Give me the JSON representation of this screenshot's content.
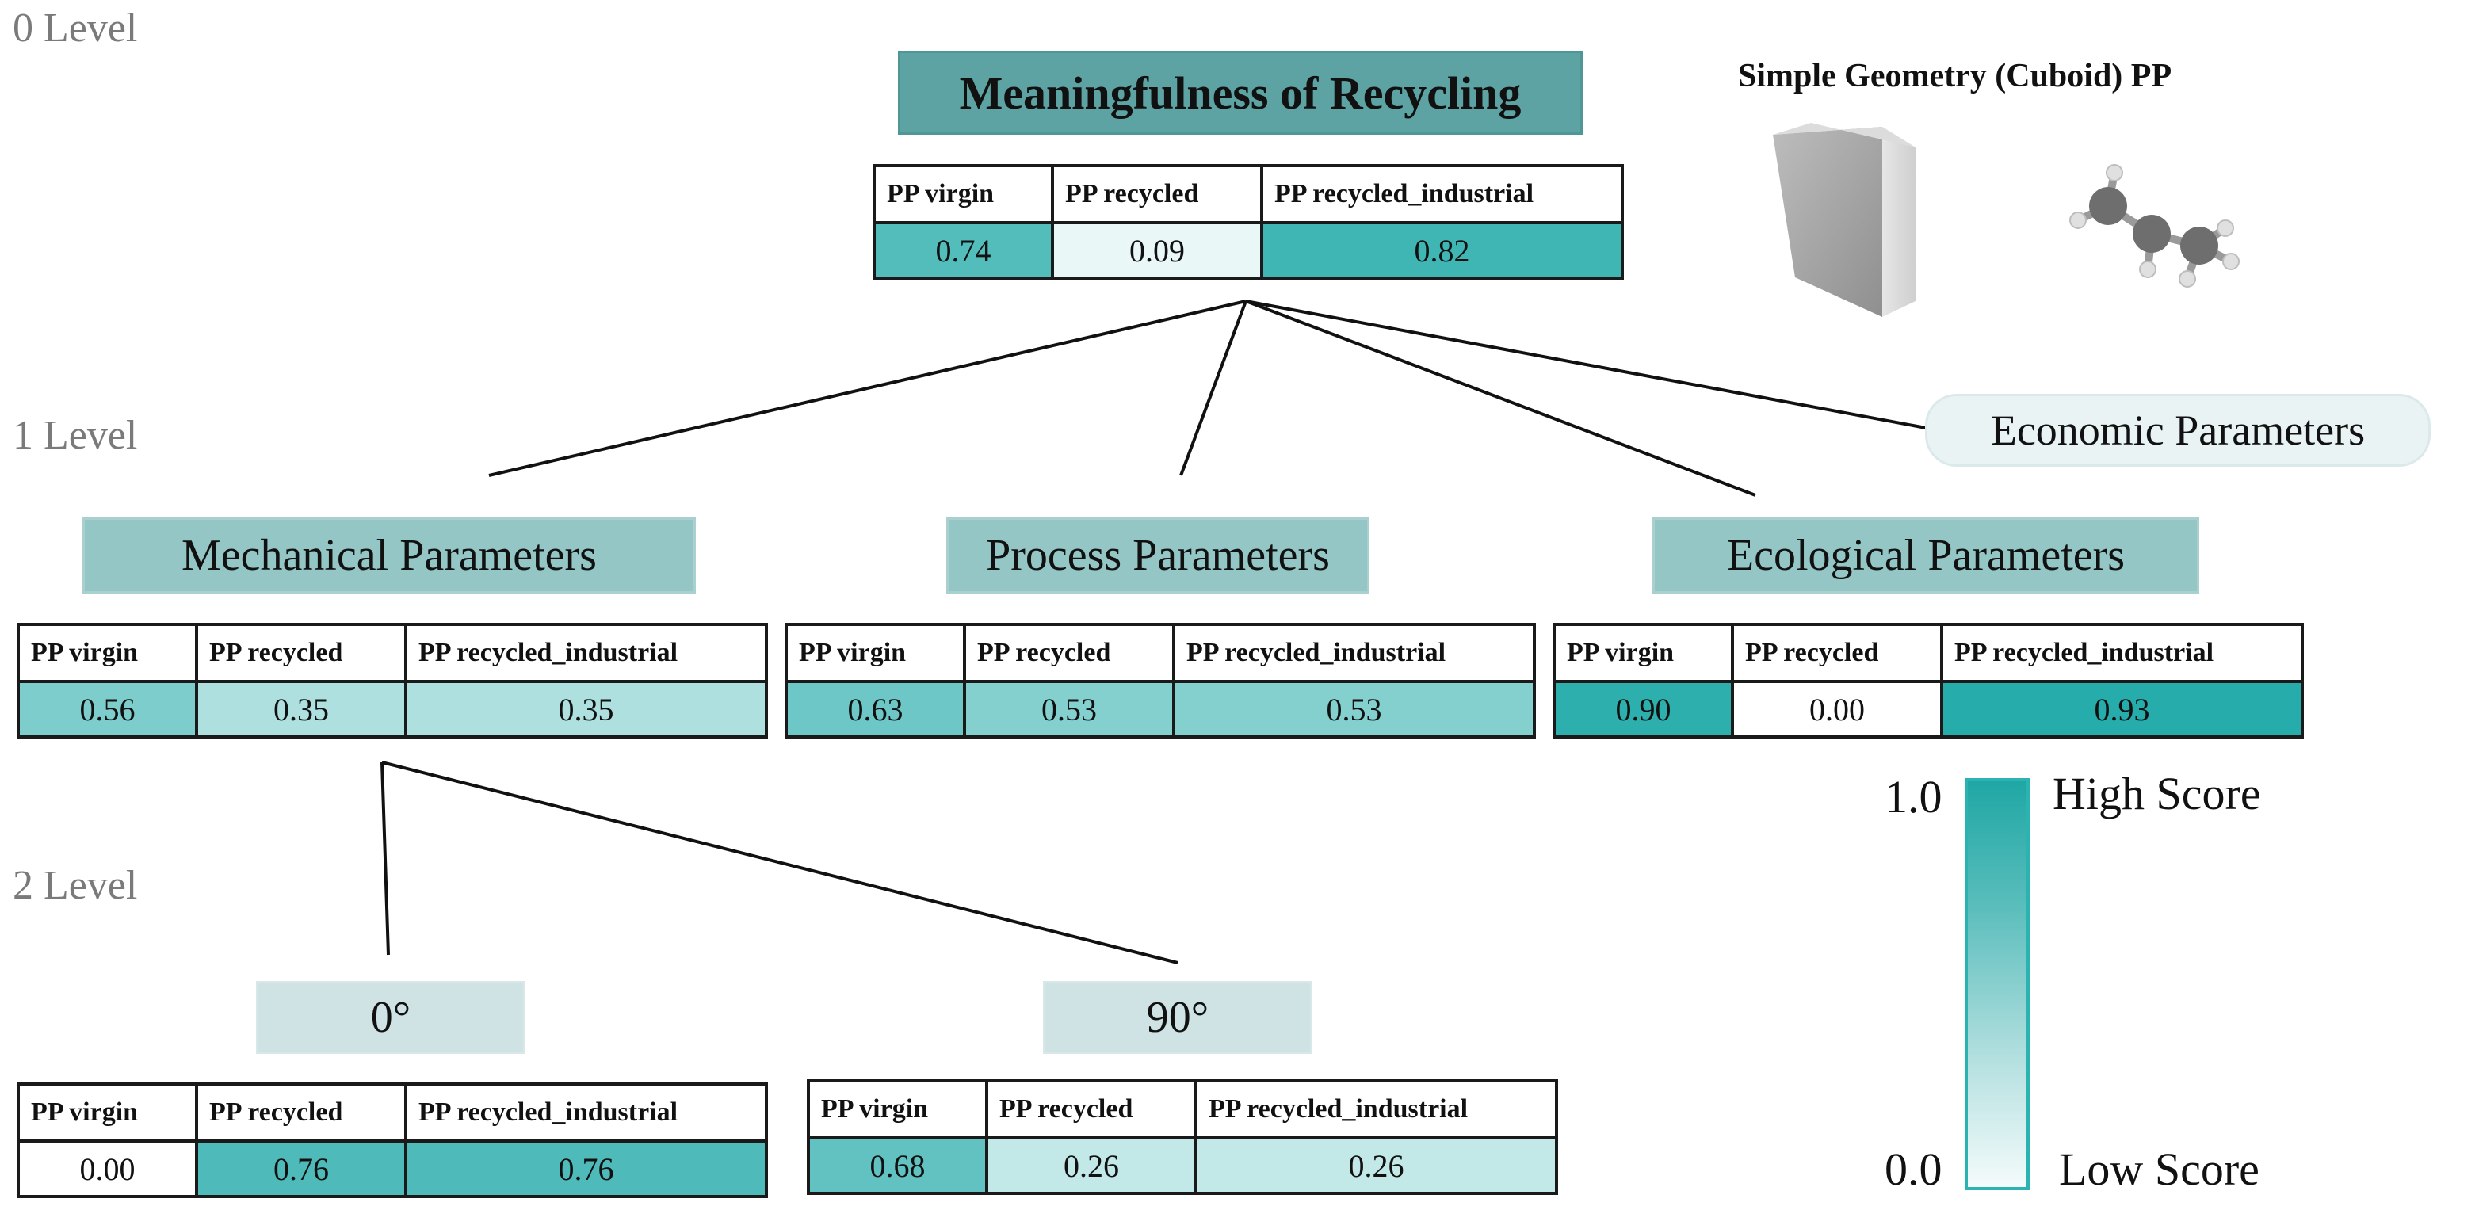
{
  "levels": [
    "0 Level",
    "1 Level",
    "2 Level"
  ],
  "title_right": "Simple Geometry (Cuboid) PP",
  "columns": [
    "PP virgin",
    "PP recycled",
    "PP recycled_industrial"
  ],
  "nodes": {
    "root": {
      "label": "Meaningfulness of Recycling",
      "scores": [
        "0.74",
        "0.09",
        "0.82"
      ],
      "values": [
        0.74,
        0.09,
        0.82
      ]
    },
    "mech": {
      "label": "Mechanical Parameters",
      "scores": [
        "0.56",
        "0.35",
        "0.35"
      ],
      "values": [
        0.56,
        0.35,
        0.35
      ]
    },
    "proc": {
      "label": "Process Parameters",
      "scores": [
        "0.63",
        "0.53",
        "0.53"
      ],
      "values": [
        0.63,
        0.53,
        0.53
      ]
    },
    "eco": {
      "label": "Ecological Parameters",
      "scores": [
        "0.90",
        "0.00",
        "0.93"
      ],
      "values": [
        0.9,
        0.0,
        0.93
      ]
    },
    "econ": {
      "label": "Economic Parameters"
    },
    "deg0": {
      "label": "0°",
      "scores": [
        "0.00",
        "0.76",
        "0.76"
      ],
      "values": [
        0.0,
        0.76,
        0.76
      ]
    },
    "deg90": {
      "label": "90°",
      "scores": [
        "0.68",
        "0.26",
        "0.26"
      ],
      "values": [
        0.68,
        0.26,
        0.26
      ]
    }
  },
  "legend": {
    "max": "1.0",
    "min": "0.0",
    "high": "High Score",
    "low": "Low Score"
  },
  "colors": {
    "high": "#1fa7a5",
    "low": "#ffffff",
    "line": "#111111"
  },
  "icons": [
    "cuboid-3d-icon",
    "propylene-molecule-icon"
  ]
}
